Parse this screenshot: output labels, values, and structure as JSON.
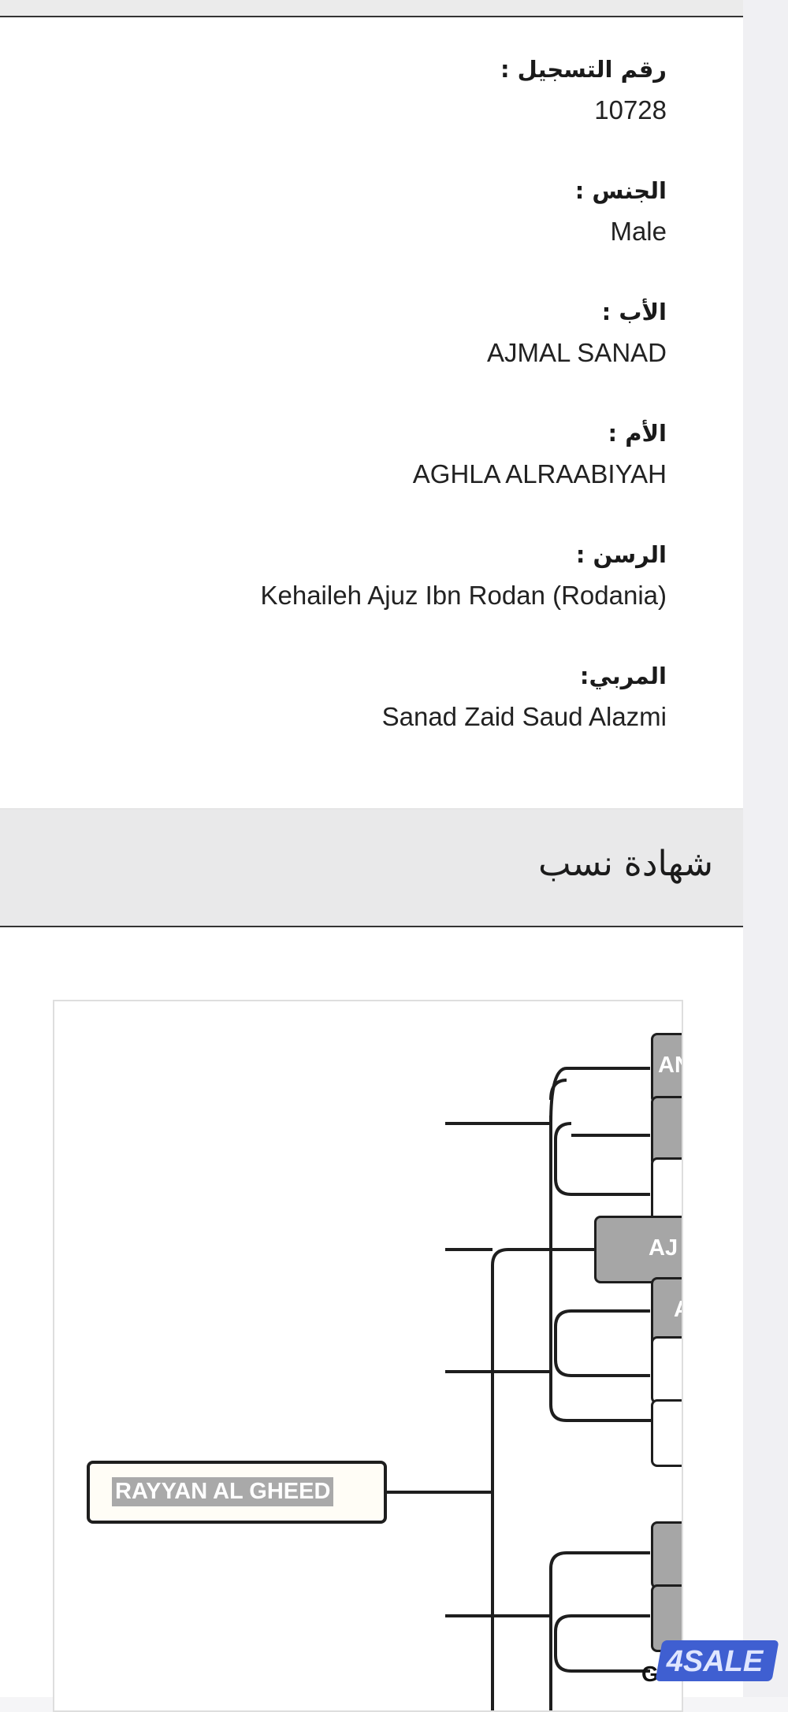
{
  "details": [
    {
      "label": "رقم التسجيل :",
      "value": "10728"
    },
    {
      "label": "الجنس :",
      "value": "Male"
    },
    {
      "label": "الأب :",
      "value": "AJMAL SANAD"
    },
    {
      "label": "الأم :",
      "value": "AGHLA ALRAABIYAH"
    },
    {
      "label": "الرسن :",
      "value": "Kehaileh Ajuz Ibn Rodan (Rodania)"
    },
    {
      "label": "المربي:",
      "value": "Sanad Zaid Saud Alazmi"
    }
  ],
  "certificate": {
    "title": "شهادة نسب"
  },
  "pedigree": {
    "root": "RAYYAN AL GHEED",
    "sire_partial": "AJ",
    "paternal_grandsire_partial": "AN",
    "paternal_grandsire2_partial": "A",
    "maternal_line_partial": "GL"
  },
  "watermark": "4SALE",
  "colors": {
    "box_gray": "#a6a6a6",
    "header_bg": "#e9e9ea",
    "watermark_bg": "#3f5fd1"
  }
}
